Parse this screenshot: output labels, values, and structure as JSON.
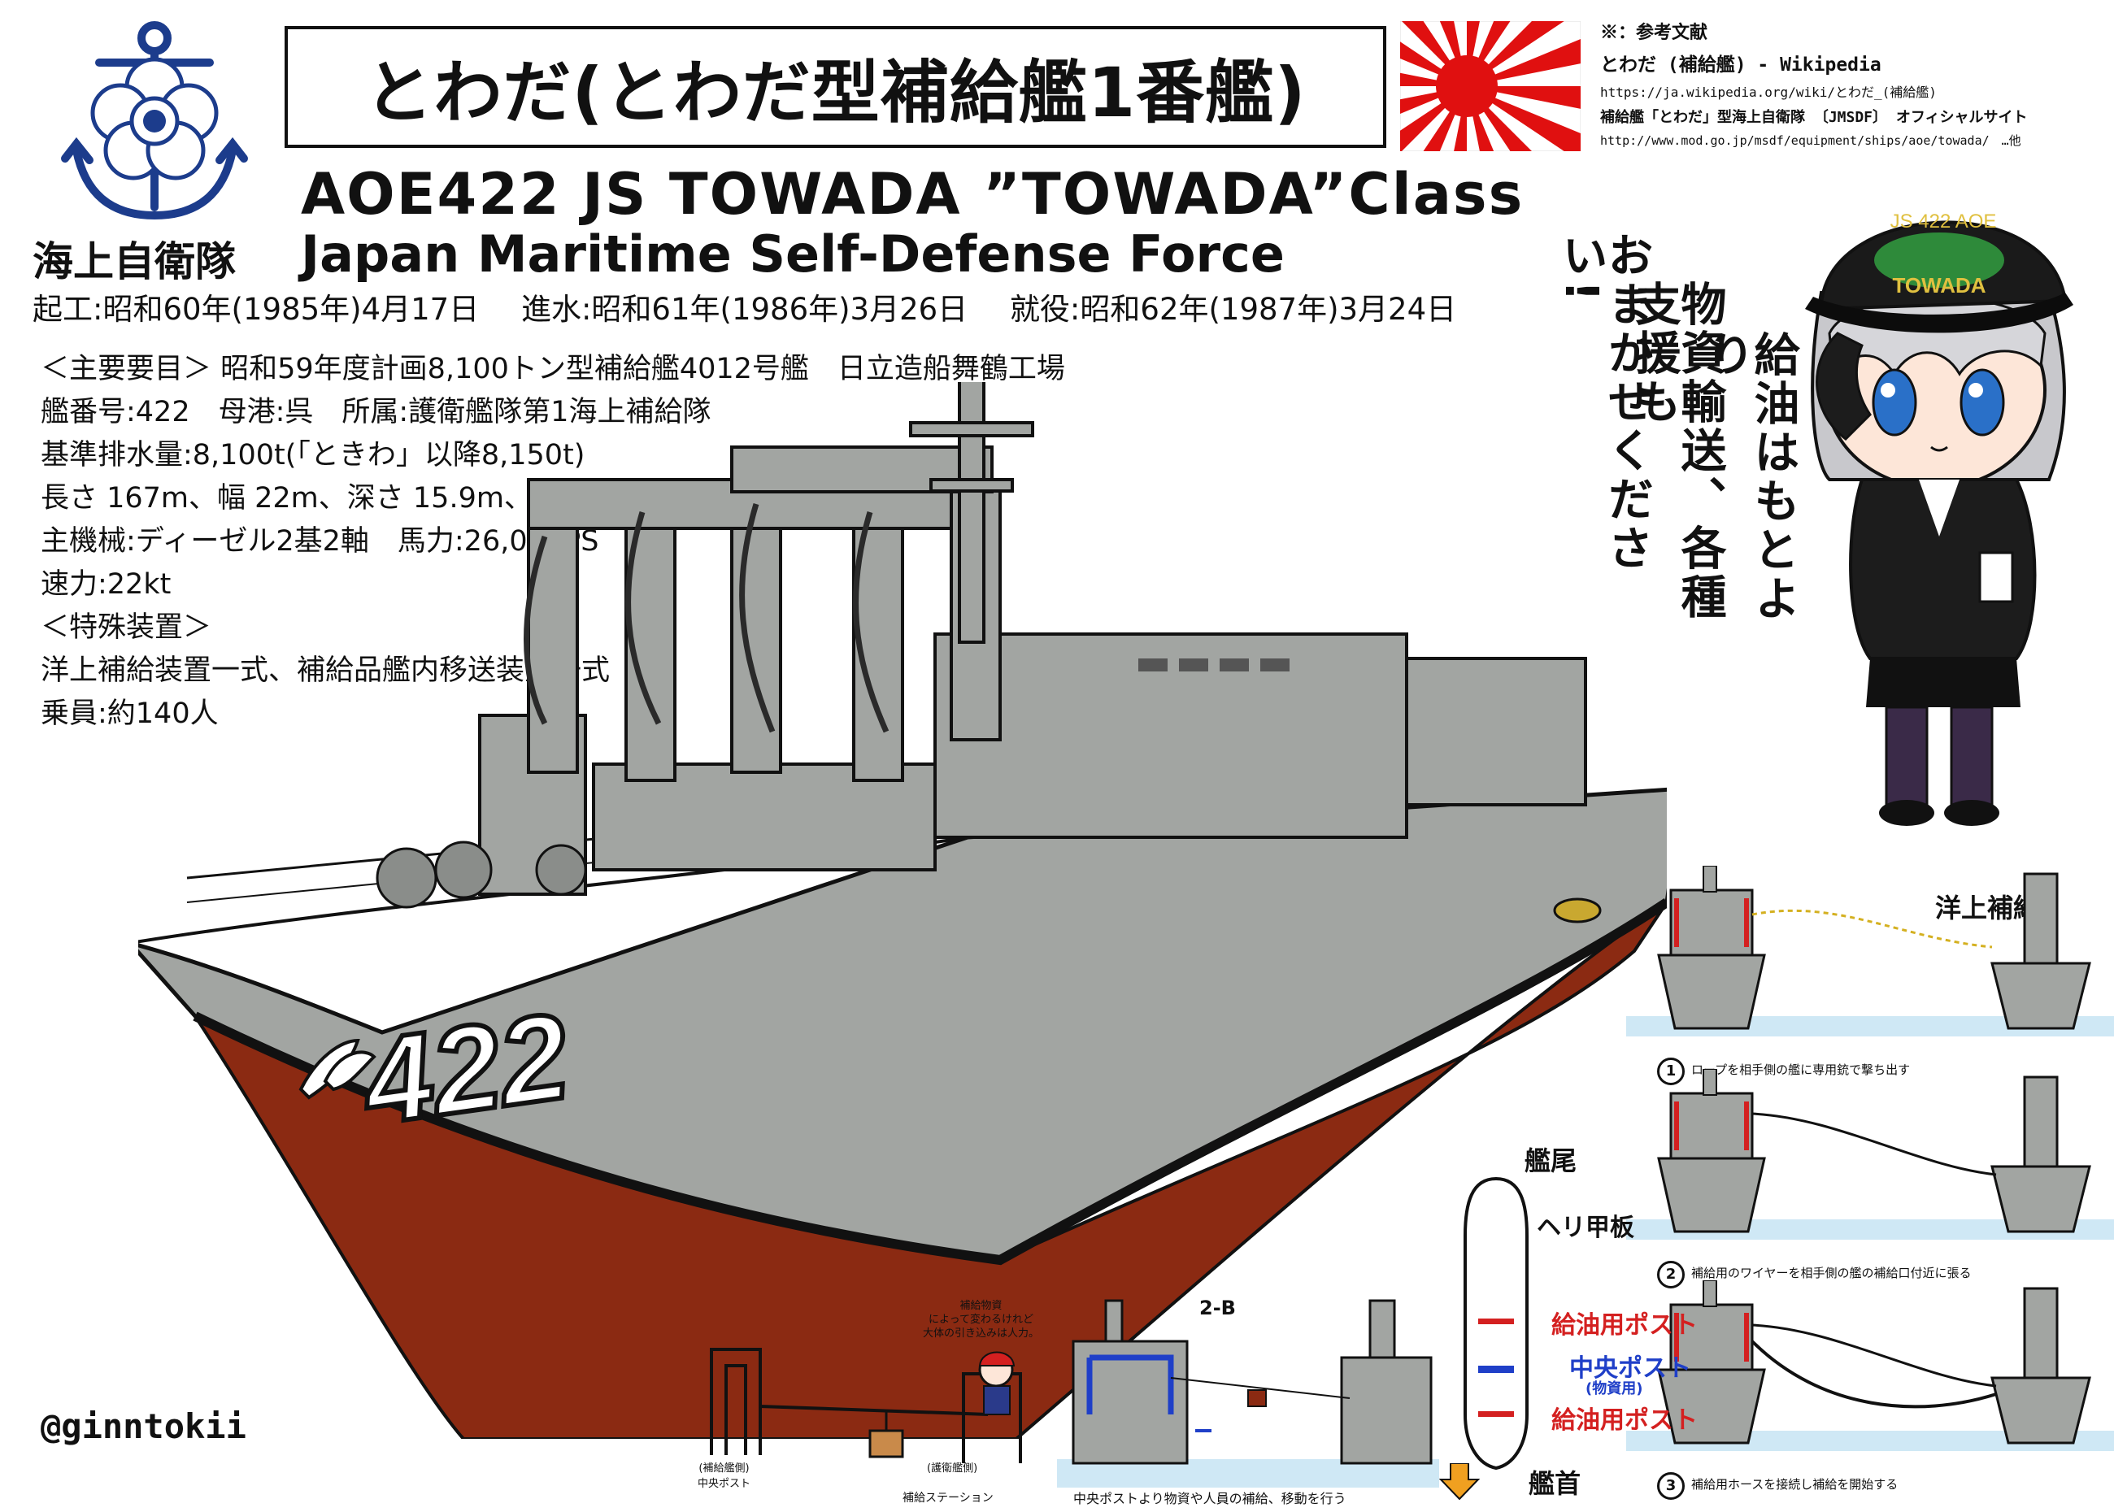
{
  "header": {
    "title": "とわだ(とわだ型補給艦1番艦)",
    "ship_en": "AOE422  JS  TOWADA  ”TOWADA”Class",
    "force_jp": "海上自衛隊",
    "force_en": "Japan Maritime Self-Defense Force",
    "dates": [
      "起工:昭和60年(1985年)4月17日",
      "進水:昭和61年(1986年)3月26日",
      "就役:昭和62年(1987年)3月24日"
    ]
  },
  "references": {
    "heading": "※：参考文献",
    "wiki_title": "とわだ (補給艦) - Wikipedia",
    "wiki_url": "https://ja.wikipedia.org/wiki/とわだ_(補給艦)",
    "mod_title": "補給艦「とわだ」型海上自衛隊 〔JMSDF〕 オフィシャルサイト",
    "mod_url": "http://www.mod.go.jp/msdf/equipment/ships/aoe/towada/　…他"
  },
  "specs": [
    "＜主要要目＞ 昭和59年度計画8,100トン型補給艦4012号艦　日立造船舞鶴工場",
    "艦番号:422　母港:呉　所属:護衛艦隊第1海上補給隊",
    "基準排水量:8,100t(「ときわ」以降8,150t)",
    "長さ 167m、幅 22m、深さ 15.9m、喫水 8.1m(「ときわ」以降8.2m)",
    "主機械:ディーゼル2基2軸　馬力:26,000PS",
    "速力:22kt",
    "＜特殊装置＞",
    "洋上補給装置一式、補給品艦内移送装置一式",
    "乗員:約140人"
  ],
  "ship": {
    "hull_number": "422",
    "hull_color": "#a2a5a2",
    "lower_hull_color": "#8b2a12"
  },
  "speech": {
    "line1": "給油はもとより",
    "line2": "物資輸送、各種支援も",
    "line3": "おまかせください!"
  },
  "character": {
    "cap_top": "JS 422 AOE",
    "cap_bottom": "TOWADA"
  },
  "replenishment": {
    "title": "洋上補給",
    "steps": [
      {
        "num": "1",
        "caption": "ロープを相手側の艦に専用銃で撃ち出す"
      },
      {
        "num": "2",
        "caption": "補給用のワイヤーを相手側の艦の補給口付近に張る"
      },
      {
        "num": "3",
        "caption": "補給用ホースを接続し補給を開始する"
      }
    ]
  },
  "layout_diagram": {
    "stern": "艦尾",
    "heli_deck": "ヘリ甲板",
    "fuel_post_1": "給油用ポスト",
    "center_post": "中央ポスト",
    "center_post_sub": "(物資用)",
    "fuel_post_2": "給油用ポスト",
    "bow": "艦首"
  },
  "mid_scene": {
    "tag": "2-B",
    "caption": "中央ポストより物資や人員の補給、移動を行う"
  },
  "station": {
    "note_lines": [
      "補給物資",
      "によって変わるけれど",
      "大体の引き込みは人力。"
    ],
    "label_supply_1": "(補給艦側)",
    "label_supply_2": "中央ポスト",
    "label_escort": "(護衛艦側)",
    "label_station": "補給ステーション"
  },
  "handle": "@ginntokii",
  "colors": {
    "red": "#d42020",
    "blue": "#1f3fc8",
    "sea": "#cfe8f5",
    "ship_gray": "#a2a5a2"
  }
}
